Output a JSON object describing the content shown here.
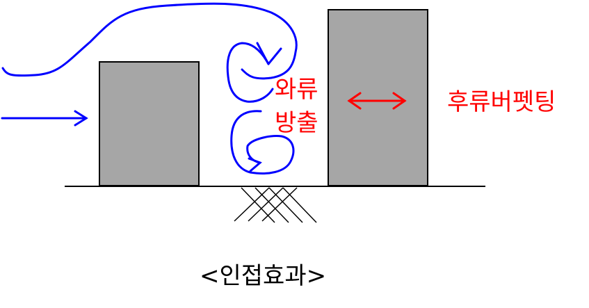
{
  "labels": {
    "vortex_line1": "와류",
    "vortex_line2": "방출",
    "wake_buffeting": "후류버펫팅",
    "caption": "<인접효과>"
  },
  "colors": {
    "building_fill": "#a6a6a6",
    "flow": "#0000ff",
    "annotation": "#ff0000",
    "ground": "#000000"
  }
}
